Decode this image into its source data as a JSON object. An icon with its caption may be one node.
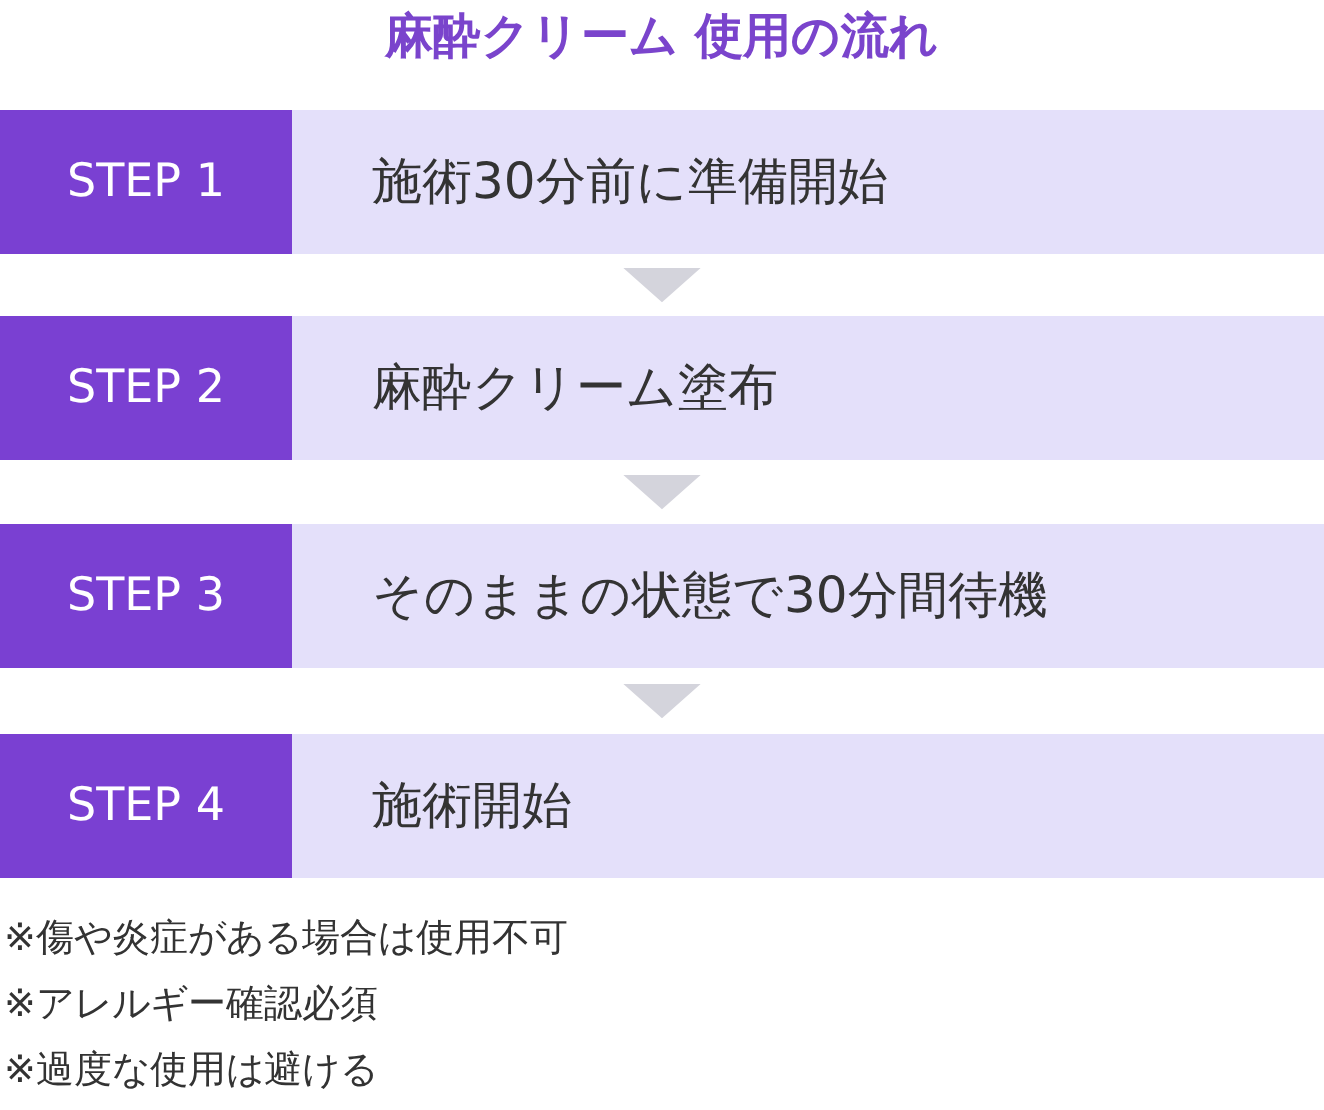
{
  "diagram": {
    "title": "麻酔クリーム 使用の流れ",
    "nodes": [
      {
        "text": [
          "STEP 1",
          "施術30分前に準備開始"
        ]
      },
      {
        "text": [
          "STEP 2",
          "麻酔クリーム塗布"
        ]
      },
      {
        "text": [
          "STEP 3",
          "そのままの状態で30分間待機"
        ]
      },
      {
        "text": [
          "STEP 4",
          "施術開始"
        ]
      }
    ],
    "edges": [
      {
        "from": 0,
        "to": 1,
        "arrow": "to"
      },
      {
        "from": 1,
        "to": 2,
        "arrow": "to"
      },
      {
        "from": 2,
        "to": 3,
        "arrow": "to"
      }
    ],
    "labels": [
      "※傷や炎症がある場合は使用不可",
      "※アレルギー確認必須",
      "※過度な使用は避ける"
    ]
  }
}
